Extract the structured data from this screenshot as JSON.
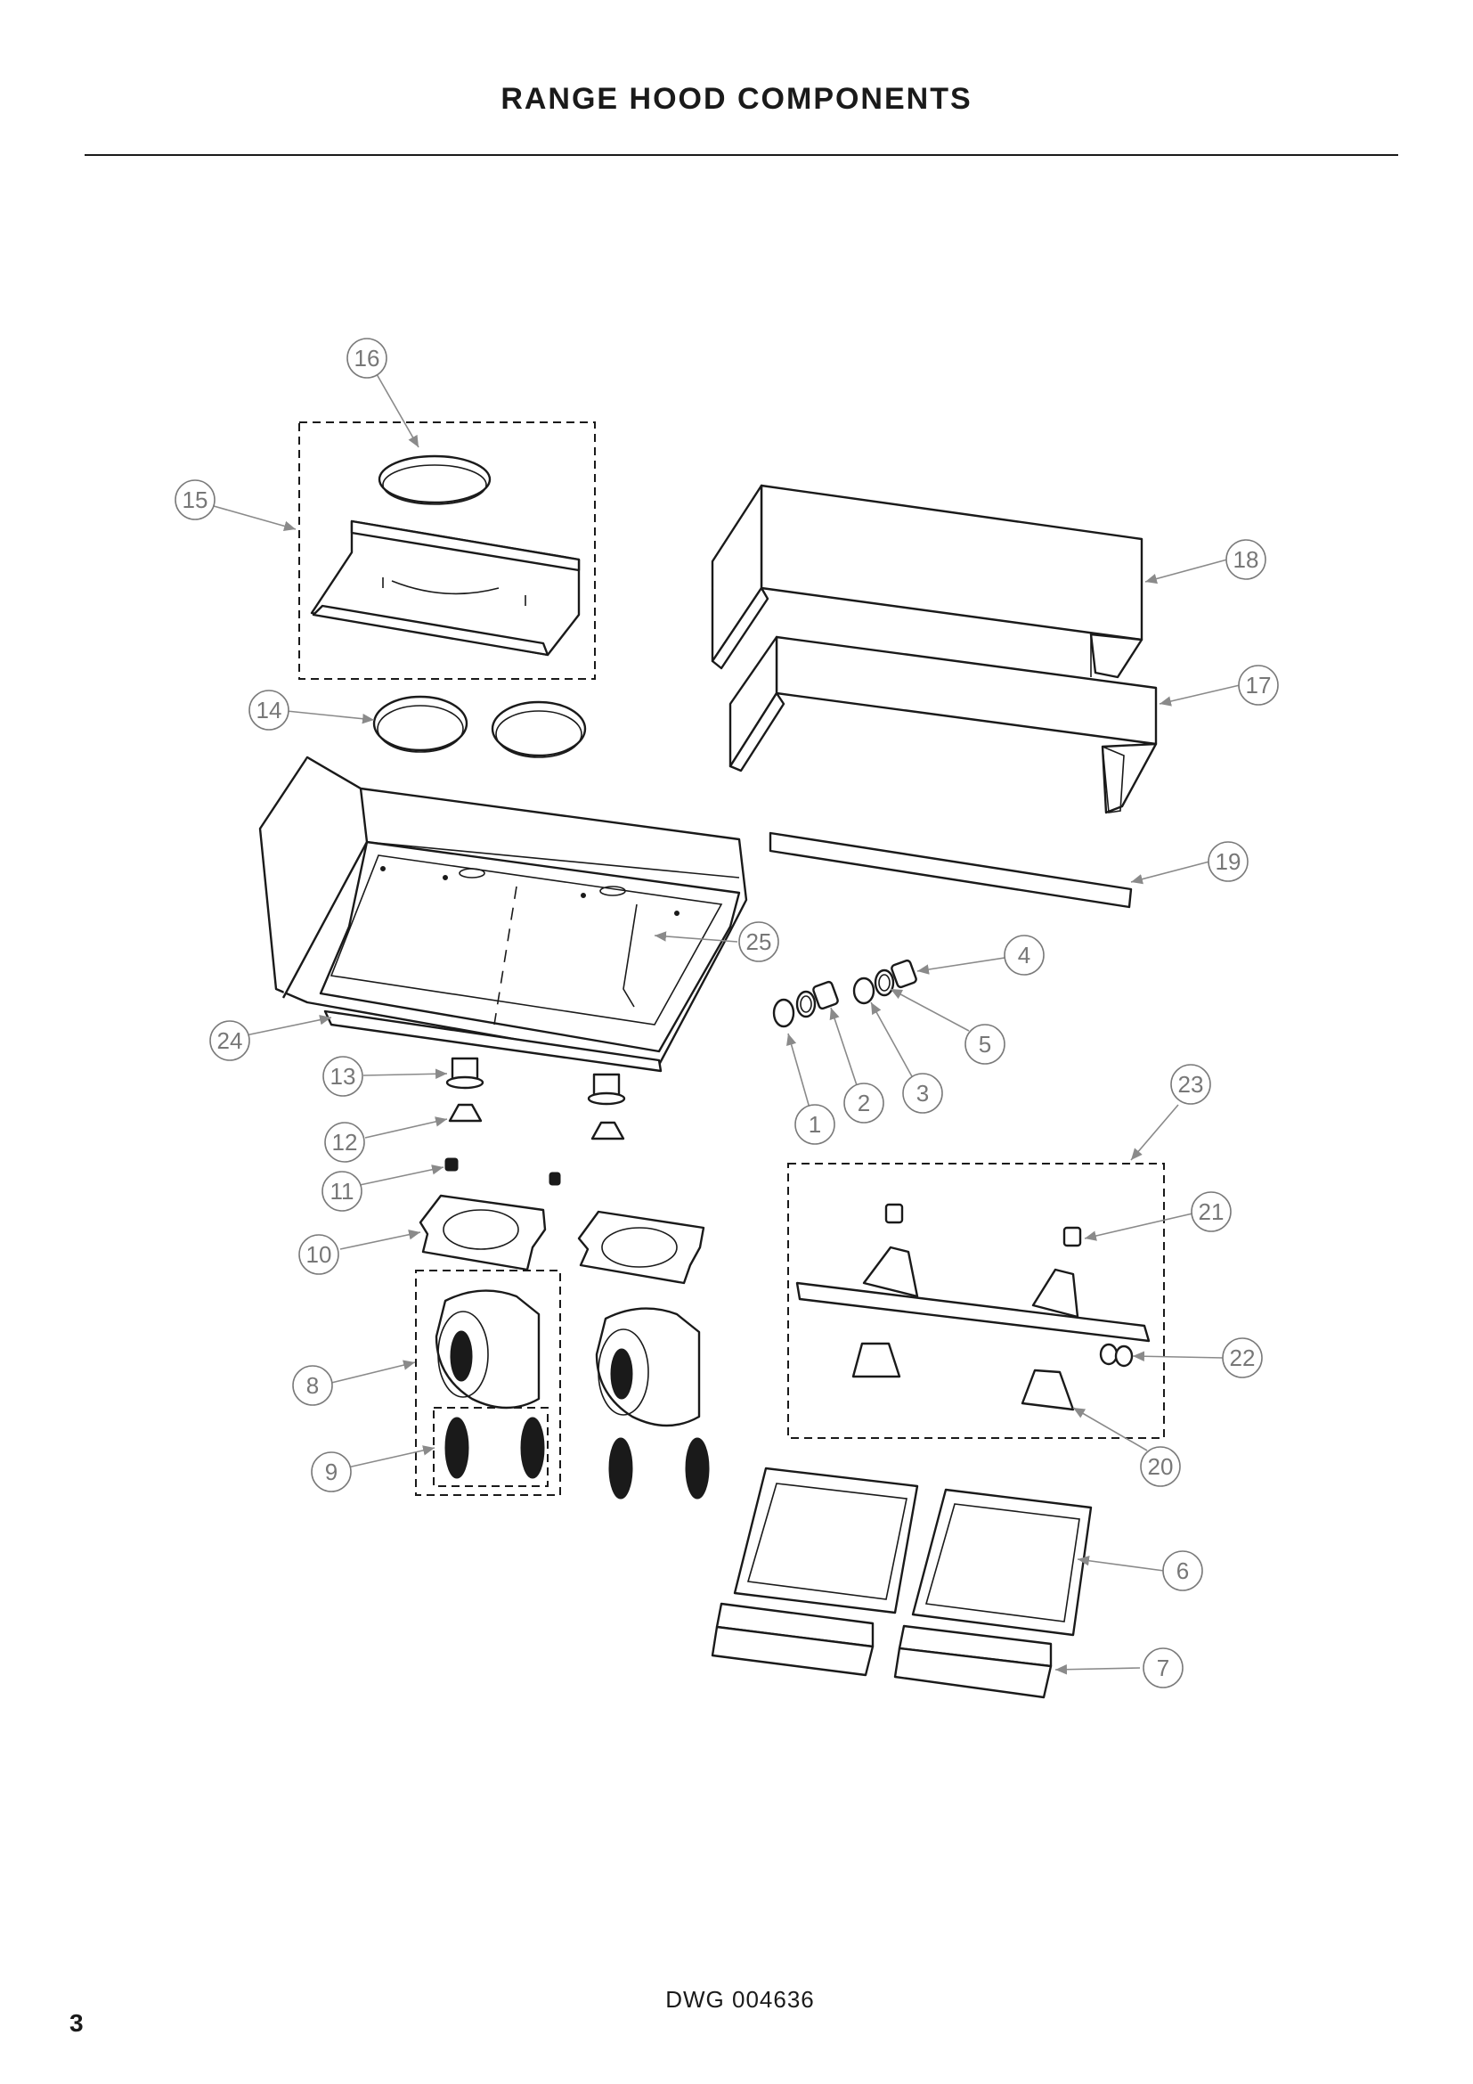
{
  "page": {
    "title": "RANGE HOOD COMPONENTS",
    "drawing_number": "DWG 004636",
    "page_number": "3"
  },
  "callouts": [
    "1",
    "2",
    "3",
    "4",
    "5",
    "6",
    "7",
    "8",
    "9",
    "10",
    "11",
    "12",
    "13",
    "14",
    "15",
    "16",
    "17",
    "18",
    "19",
    "20",
    "21",
    "22",
    "23",
    "24",
    "25"
  ]
}
